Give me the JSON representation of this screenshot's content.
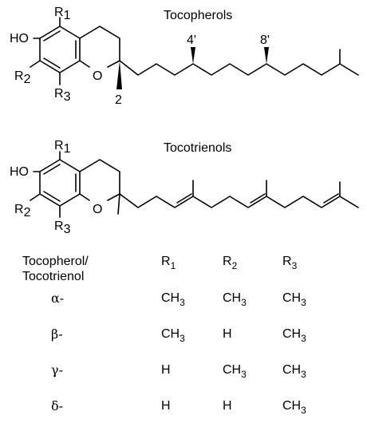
{
  "tocopherol": {
    "title": "Tocopherols",
    "label_ho": "HO",
    "label_o": "O",
    "r1": "R",
    "r1_sub": "1",
    "r2": "R",
    "r2_sub": "2",
    "r3": "R",
    "r3_sub": "3",
    "pos_2": "2",
    "pos_4p": "4'",
    "pos_8p": "8'"
  },
  "tocotrienol": {
    "title": "Tocotrienols",
    "label_ho": "HO",
    "label_o": "O",
    "r1": "R",
    "r1_sub": "1",
    "r2": "R",
    "r2_sub": "2",
    "r3": "R",
    "r3_sub": "3"
  },
  "table": {
    "header": {
      "line1": "Tocopherol/",
      "line2": "Tocotrienol",
      "r1": "R",
      "r1_sub": "1",
      "r2": "R",
      "r2_sub": "2",
      "r3": "R",
      "r3_sub": "3"
    },
    "rows": [
      {
        "name": "α-",
        "r1": "CH",
        "r1_sub": "3",
        "r2": "CH",
        "r2_sub": "3",
        "r3": "CH",
        "r3_sub": "3"
      },
      {
        "name": "β-",
        "r1": "CH",
        "r1_sub": "3",
        "r2": "H",
        "r2_sub": "",
        "r3": "CH",
        "r3_sub": "3"
      },
      {
        "name": "γ-",
        "r1": "H",
        "r1_sub": "",
        "r2": "CH",
        "r2_sub": "3",
        "r3": "CH",
        "r3_sub": "3"
      },
      {
        "name": "δ-",
        "r1": "H",
        "r1_sub": "",
        "r2": "H",
        "r2_sub": "",
        "r3": "CH",
        "r3_sub": "3"
      }
    ]
  }
}
